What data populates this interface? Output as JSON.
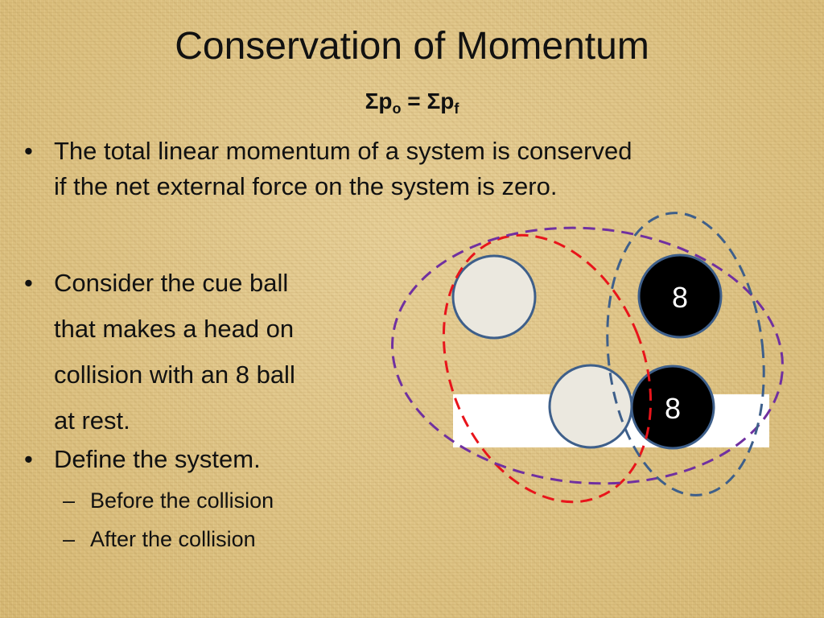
{
  "slide": {
    "title": "Conservation of Momentum",
    "formula": {
      "left": "Σp",
      "left_sub": "o",
      "eq": " = Σp",
      "right_sub": "f"
    },
    "bullets": [
      {
        "symbol": "•",
        "lines": [
          "The total linear momentum of a system is conserved",
          "if the net external force on the system is zero."
        ]
      },
      {
        "symbol": "•",
        "lines": [
          "Consider the cue ball",
          "that makes a head on",
          "collision with an 8 ball",
          "at rest."
        ]
      },
      {
        "symbol": "•",
        "lines": [
          "Define the system."
        ]
      }
    ],
    "subbullets": [
      {
        "symbol": "–",
        "text": "Before the collision"
      },
      {
        "symbol": "–",
        "text": "After the collision"
      }
    ],
    "diagram": {
      "eight_ball_label_top": "8",
      "eight_ball_label_bottom": "8",
      "colors": {
        "cue_ball": "#ebe8df",
        "cue_ball_stroke": "#3e5f8a",
        "eight_ball": "#000000",
        "table_strip": "#ffffff",
        "red_dashed": "#e8141b",
        "purple_dashed": "#7030a0",
        "blue_dashed": "#3e5f8a"
      }
    }
  }
}
